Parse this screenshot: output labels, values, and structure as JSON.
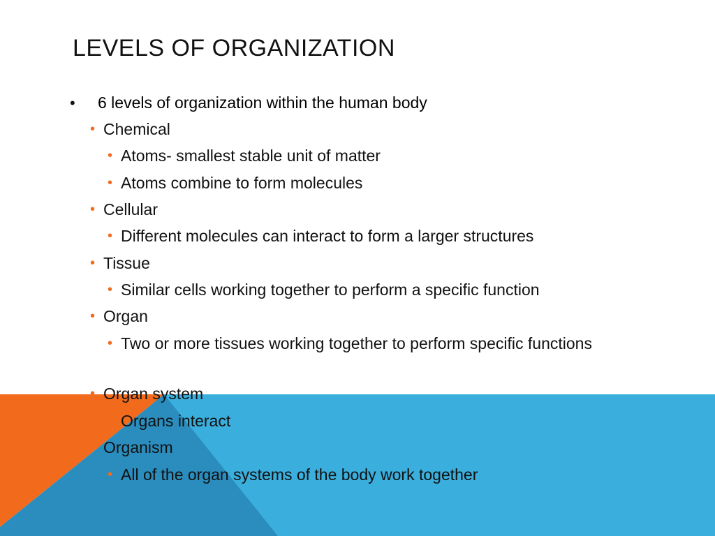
{
  "slide": {
    "title": "LEVELS OF ORGANIZATION",
    "accent_colors": {
      "orange": "#F26B1D",
      "blue": "#3AAFDE",
      "dark_blue": "#2B8DBE"
    },
    "bullets": [
      {
        "level": 0,
        "marker": "•",
        "text": "6 levels of organization within the human body"
      },
      {
        "level": 1,
        "marker": "•",
        "text": "Chemical"
      },
      {
        "level": 2,
        "marker": "•",
        "text": "Atoms- smallest stable unit of matter"
      },
      {
        "level": 2,
        "marker": "•",
        "text": "Atoms combine to form molecules"
      },
      {
        "level": 1,
        "marker": "•",
        "text": "Cellular"
      },
      {
        "level": 2,
        "marker": "•",
        "text": "Different molecules can interact to form a larger structures"
      },
      {
        "level": 1,
        "marker": "•",
        "text": "Tissue"
      },
      {
        "level": 2,
        "marker": "•",
        "text": "Similar cells working together to perform a specific function"
      },
      {
        "level": 1,
        "marker": "•",
        "text": "Organ"
      },
      {
        "level": 2,
        "marker": "•",
        "text": "Two or more tissues working together to perform specific functions"
      },
      {
        "level": 1,
        "marker": "•",
        "text": "Organ system"
      },
      {
        "level": 2,
        "marker": "•",
        "text": "Organs interact"
      },
      {
        "level": 1,
        "marker": "•",
        "text": "Organism"
      },
      {
        "level": 2,
        "marker": "•",
        "text": "All of the organ systems of the body work together"
      }
    ]
  }
}
